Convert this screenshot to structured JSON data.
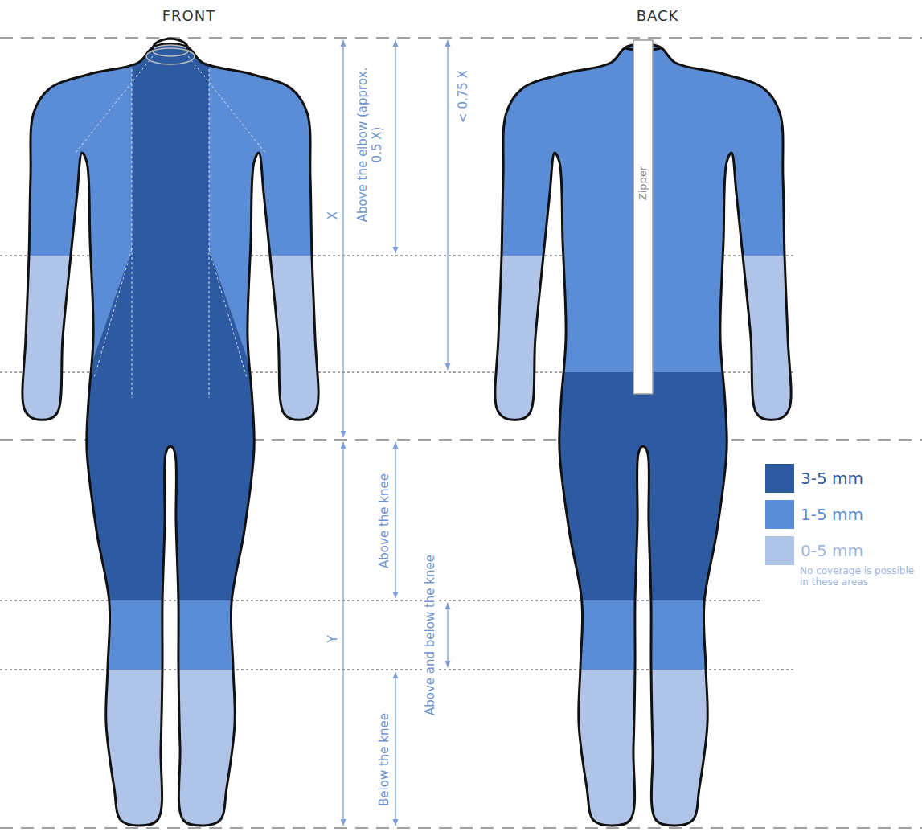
{
  "diagram": {
    "labels": [
      "FRONT",
      "BACK",
      "Above the elbow (approx. 0.5 X)",
      "< 0.75 X",
      "X",
      "Zipper",
      "Above the knee",
      "Above and below the knee",
      "Y",
      "Below the knee",
      "No coverage is possible in these areas"
    ],
    "legend": [
      {
        "text": "3-5 mm",
        "color": "#2d5aa0"
      },
      {
        "text": "1-5 mm",
        "color": "#5b8dd6"
      },
      {
        "text": "0-5 mm",
        "color": "#b0c4e8"
      }
    ]
  }
}
